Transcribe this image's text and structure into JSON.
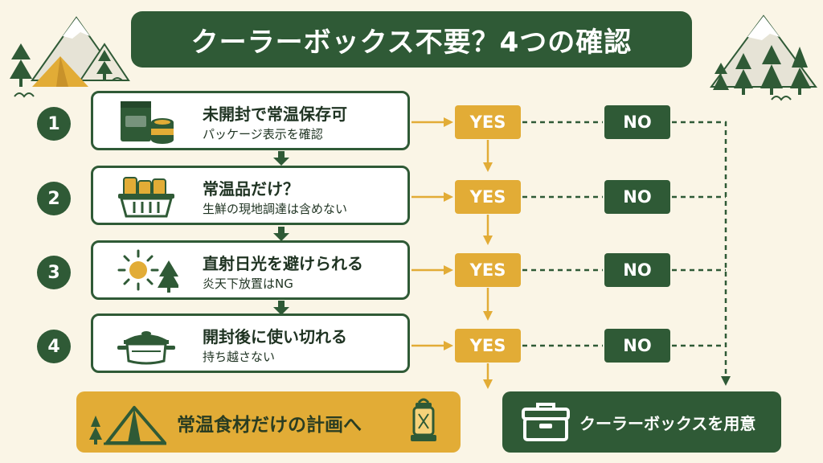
{
  "title": "クーラーボックス不要？4つの確認",
  "steps": [
    {
      "num": "1",
      "main": "未開封で常温保存可",
      "sub": "パッケージ表示を確認",
      "icon": "canned-food-icon"
    },
    {
      "num": "2",
      "main": "常温品だけ？",
      "sub": "生鮮の現地調達は含めない",
      "icon": "basket-icon"
    },
    {
      "num": "3",
      "main": "直射日光を避けられる",
      "sub": "炎天下放置はNG",
      "icon": "sun-tree-icon"
    },
    {
      "num": "4",
      "main": "開封後に使い切れる",
      "sub": "持ち越さない",
      "icon": "pot-icon"
    }
  ],
  "yes_label": "YES",
  "no_label": "NO",
  "result_yes": {
    "label": "常温食材だけの計画へ",
    "icon": "tent-lantern-icon"
  },
  "result_no": {
    "label": "クーラーボックスを用意",
    "icon": "cooler-box-icon"
  },
  "colors": {
    "green": "#2f5a36",
    "gold": "#e2ac36",
    "background": "#faf5e6"
  }
}
